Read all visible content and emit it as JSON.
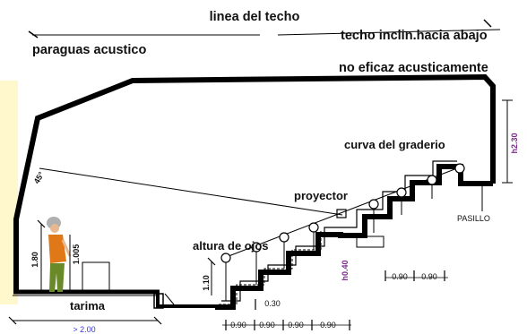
{
  "labels": {
    "roof_line": "linea del techo",
    "acoustic_umbrella": "paraguas acustico",
    "roof_tilted": "techo inclin.hacia abajo",
    "not_effective": "no eficaz acusticamente",
    "tier_curve": "curva del graderio",
    "projector": "proyector",
    "eye_height": "altura de ojos",
    "stage": "tarima",
    "aisle": "PASILLO"
  },
  "dimensions": {
    "stage_width": "> 2.00",
    "step_run_1": "0.90",
    "step_run_2": "0.90",
    "step_run_3": "0.90",
    "step_run_4": "0.90",
    "step_run_upper_1": "0.90",
    "step_run_upper_2": "0.90",
    "step_rise": "0.30",
    "eye_height_value": "1.10",
    "person_height": "1.80",
    "person_eye": "1.005",
    "right_wall_height": "h2.30",
    "purple_rise": "h0.40",
    "roof_angle": "45°"
  },
  "colors": {
    "structure": "#000000",
    "purple_dim": "#7a2a88",
    "blue_dim": "#3a3ad0",
    "person_shirt": "#e07818",
    "person_skin": "#e8b890",
    "person_hat": "#b0b0b0",
    "person_pants": "#6a8a2a",
    "left_glow": "#fff3a8"
  }
}
